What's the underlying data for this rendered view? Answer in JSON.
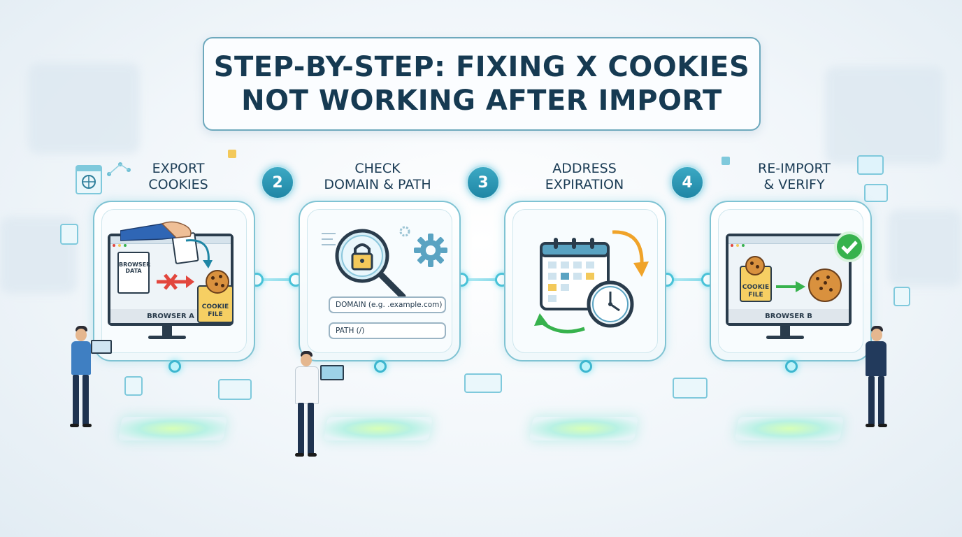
{
  "title": {
    "line1": "STEP-BY-STEP: FIXING X COOKIES",
    "line2": "NOT WORKING AFTER IMPORT"
  },
  "steps": [
    {
      "label_line1": "EXPORT",
      "label_line2": "COOKIES",
      "document_line1": "BROWSER",
      "document_line2": "DATA",
      "file_line1": "COOKIE",
      "file_line2": "FILE",
      "monitor_label": "BROWSER A"
    },
    {
      "number": "2",
      "label_line1": "CHECK",
      "label_line2": "DOMAIN & PATH",
      "domain_field": "DOMAIN (e.g. .example.com)",
      "path_field": "PATH (/)"
    },
    {
      "number": "3",
      "label_line1": "ADDRESS",
      "label_line2": "EXPIRATION"
    },
    {
      "number": "4",
      "label_line1": "RE-IMPORT",
      "label_line2": "& VERIFY",
      "file_line1": "COOKIE",
      "file_line2": "FILE",
      "monitor_label": "BROWSER B"
    }
  ],
  "colors": {
    "title_text": "#163a52",
    "accent_teal": "#1f86a5",
    "folder_yellow": "#f6cf63",
    "cookie_brown": "#d9913e",
    "error_red": "#e2463d",
    "success_green": "#37b24d"
  }
}
